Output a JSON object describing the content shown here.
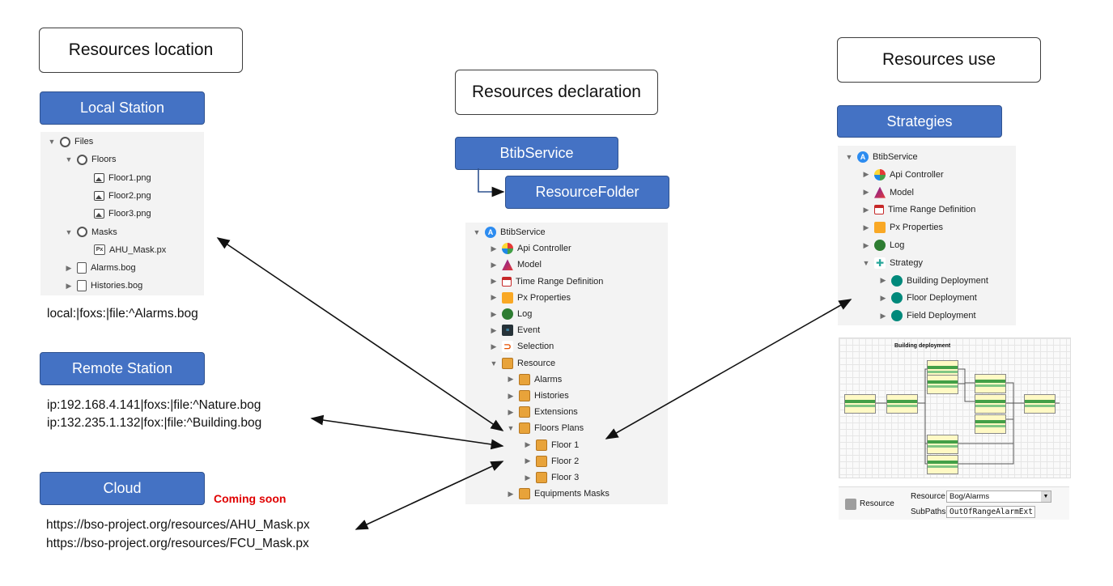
{
  "sections": {
    "location": "Resources location",
    "declaration": "Resources declaration",
    "use": "Resources use"
  },
  "location": {
    "local_station": "Local Station",
    "remote_station": "Remote Station",
    "cloud": "Cloud",
    "coming_soon": "Coming soon",
    "local_path": "local:|foxs:|file:^Alarms.bog",
    "remote_paths": [
      "ip:192.168.4.141|foxs:|file:^Nature.bog",
      "ip:132.235.1.132|fox:|file:^Building.bog"
    ],
    "cloud_paths": [
      "https://bso-project.org/resources/AHU_Mask.px",
      "https://bso-project.org/resources/FCU_Mask.px"
    ],
    "files_tree": [
      {
        "label": "Files",
        "icon": "drive-icon",
        "expand": "▼"
      },
      {
        "label": "Floors",
        "icon": "drive-icon",
        "expand": "▼"
      },
      {
        "label": "Floor1.png",
        "icon": "image-icon",
        "expand": ""
      },
      {
        "label": "Floor2.png",
        "icon": "image-icon",
        "expand": ""
      },
      {
        "label": "Floor3.png",
        "icon": "image-icon",
        "expand": ""
      },
      {
        "label": "Masks",
        "icon": "drive-icon",
        "expand": "▼"
      },
      {
        "label": "AHU_Mask.px",
        "icon": "px-file-icon",
        "expand": ""
      },
      {
        "label": "Alarms.bog",
        "icon": "bog-file-icon",
        "expand": "▶"
      },
      {
        "label": "Histories.bog",
        "icon": "bog-file-icon",
        "expand": "▶"
      }
    ]
  },
  "declaration": {
    "btib_service": "BtibService",
    "resource_folder": "ResourceFolder",
    "tree": [
      {
        "label": "BtibService",
        "icon": "service-icon",
        "expand": "▼"
      },
      {
        "label": "Api Controller",
        "icon": "api-controller-icon",
        "expand": "▶"
      },
      {
        "label": "Model",
        "icon": "model-icon",
        "expand": "▶"
      },
      {
        "label": "Time Range Definition",
        "icon": "time-range-icon",
        "expand": "▶"
      },
      {
        "label": "Px Properties",
        "icon": "px-properties-icon",
        "expand": "▶"
      },
      {
        "label": "Log",
        "icon": "log-icon",
        "expand": "▶"
      },
      {
        "label": "Event",
        "icon": "event-icon",
        "expand": "▶"
      },
      {
        "label": "Selection",
        "icon": "selection-icon",
        "expand": "▶"
      },
      {
        "label": "Resource",
        "icon": "folder-icon",
        "expand": "▼"
      },
      {
        "label": "Alarms",
        "icon": "folder-icon",
        "expand": "▶"
      },
      {
        "label": "Histories",
        "icon": "folder-icon",
        "expand": "▶"
      },
      {
        "label": "Extensions",
        "icon": "folder-icon",
        "expand": "▶"
      },
      {
        "label": "Floors Plans",
        "icon": "folder-icon",
        "expand": "▼"
      },
      {
        "label": "Floor 1",
        "icon": "folder-icon",
        "expand": "▶"
      },
      {
        "label": "Floor 2",
        "icon": "folder-icon",
        "expand": "▶"
      },
      {
        "label": "Floor 3",
        "icon": "folder-icon",
        "expand": "▶"
      },
      {
        "label": "Equipments Masks",
        "icon": "folder-icon",
        "expand": "▶"
      }
    ]
  },
  "use": {
    "strategies": "Strategies",
    "tree": [
      {
        "label": "BtibService",
        "icon": "service-icon",
        "expand": "▼"
      },
      {
        "label": "Api Controller",
        "icon": "api-controller-icon",
        "expand": "▶"
      },
      {
        "label": "Model",
        "icon": "model-icon",
        "expand": "▶"
      },
      {
        "label": "Time Range Definition",
        "icon": "time-range-icon",
        "expand": "▶"
      },
      {
        "label": "Px Properties",
        "icon": "px-properties-icon",
        "expand": "▶"
      },
      {
        "label": "Log",
        "icon": "log-icon",
        "expand": "▶"
      },
      {
        "label": "Strategy",
        "icon": "strategy-icon",
        "expand": "▼"
      },
      {
        "label": "Building Deployment",
        "icon": "deployment-icon",
        "expand": "▶"
      },
      {
        "label": "Floor Deployment",
        "icon": "deployment-icon",
        "expand": "▶"
      },
      {
        "label": "Field Deployment",
        "icon": "deployment-icon",
        "expand": "▶"
      }
    ],
    "diagram_title": "Building deployment",
    "resource_label": "Resource",
    "resource_field_label": "Resource",
    "resource_value": "Bog/Alarms",
    "subpaths_label": "SubPaths",
    "subpaths_value": "OutOfRangeAlarmExt"
  },
  "colors": {
    "button_blue": "#4472c4",
    "coming_soon_red": "#e00000"
  }
}
